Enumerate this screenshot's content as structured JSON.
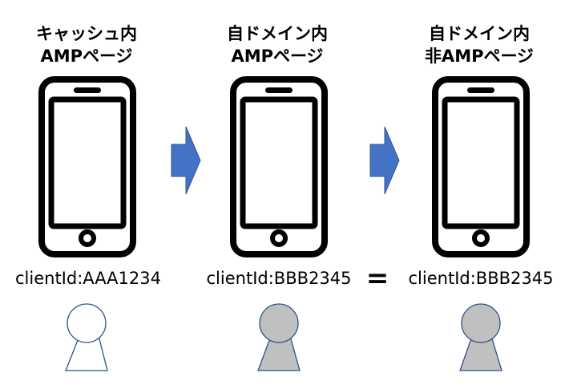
{
  "colors": {
    "phone_stroke": "#000000",
    "arrow_fill": "#4472c4",
    "person_outline": "#2f4f8f",
    "person_new_fill": "#ffffff",
    "person_known_fill": "#c0c0c0"
  },
  "columns": [
    {
      "title_line1": "キャッシュ内",
      "title_line2": "AMPページ",
      "client_id": "clientId:AAA1234",
      "person_state": "new"
    },
    {
      "title_line1": "自ドメイン内",
      "title_line2": "AMPページ",
      "client_id": "clientId:BBB2345",
      "person_state": "known"
    },
    {
      "title_line1": "自ドメイン内",
      "title_line2": "非AMPページ",
      "client_id": "clientId:BBB2345",
      "person_state": "known"
    }
  ],
  "equals_sign": "="
}
